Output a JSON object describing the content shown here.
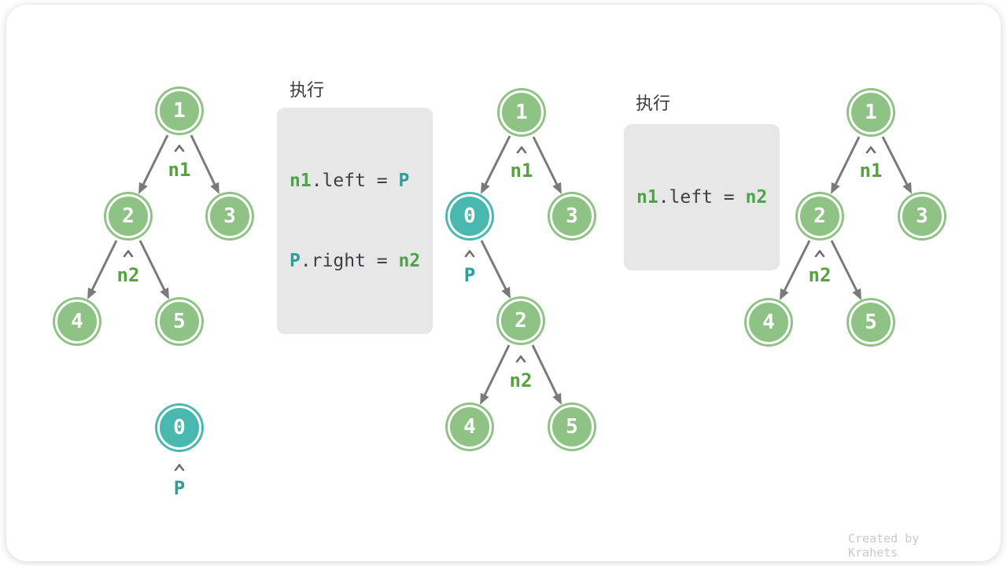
{
  "watermark": "Created by Krahets",
  "exec1": {
    "title": "执行",
    "line1": {
      "lhs": "n1",
      "mid": ".left = ",
      "rhs": "P"
    },
    "line2": {
      "lhs": "P",
      "mid": ".right = ",
      "rhs": "n2"
    }
  },
  "exec2": {
    "title": "执行",
    "line1": {
      "lhs": "n1",
      "mid": ".left = ",
      "rhs": "n2"
    }
  },
  "trees": {
    "left": {
      "node1": "1",
      "node2": "2",
      "node3": "3",
      "node4": "4",
      "node5": "5",
      "node0": "0",
      "label_n1": "n1",
      "label_n2": "n2",
      "label_p": "P"
    },
    "middle": {
      "node1": "1",
      "node0": "0",
      "node3": "3",
      "node2": "2",
      "node4": "4",
      "node5": "5",
      "label_n1": "n1",
      "label_p": "P",
      "label_n2": "n2"
    },
    "right": {
      "node1": "1",
      "node2": "2",
      "node3": "3",
      "node4": "4",
      "node5": "5",
      "label_n1": "n1",
      "label_n2": "n2"
    }
  },
  "colors": {
    "node_green": "#8FC386",
    "node_teal": "#49B9B0",
    "pointer_green": "#56A23E",
    "pointer_teal": "#2F9E96",
    "code_green": "#4CA349",
    "code_teal": "#2F9E96",
    "code_background": "#E7E7E7",
    "code_text": "#3C4043",
    "edge_gray": "#7A7A7A",
    "block_arrow_gray": "#C3C3C3",
    "watermark_gray": "#C9C9C9"
  }
}
